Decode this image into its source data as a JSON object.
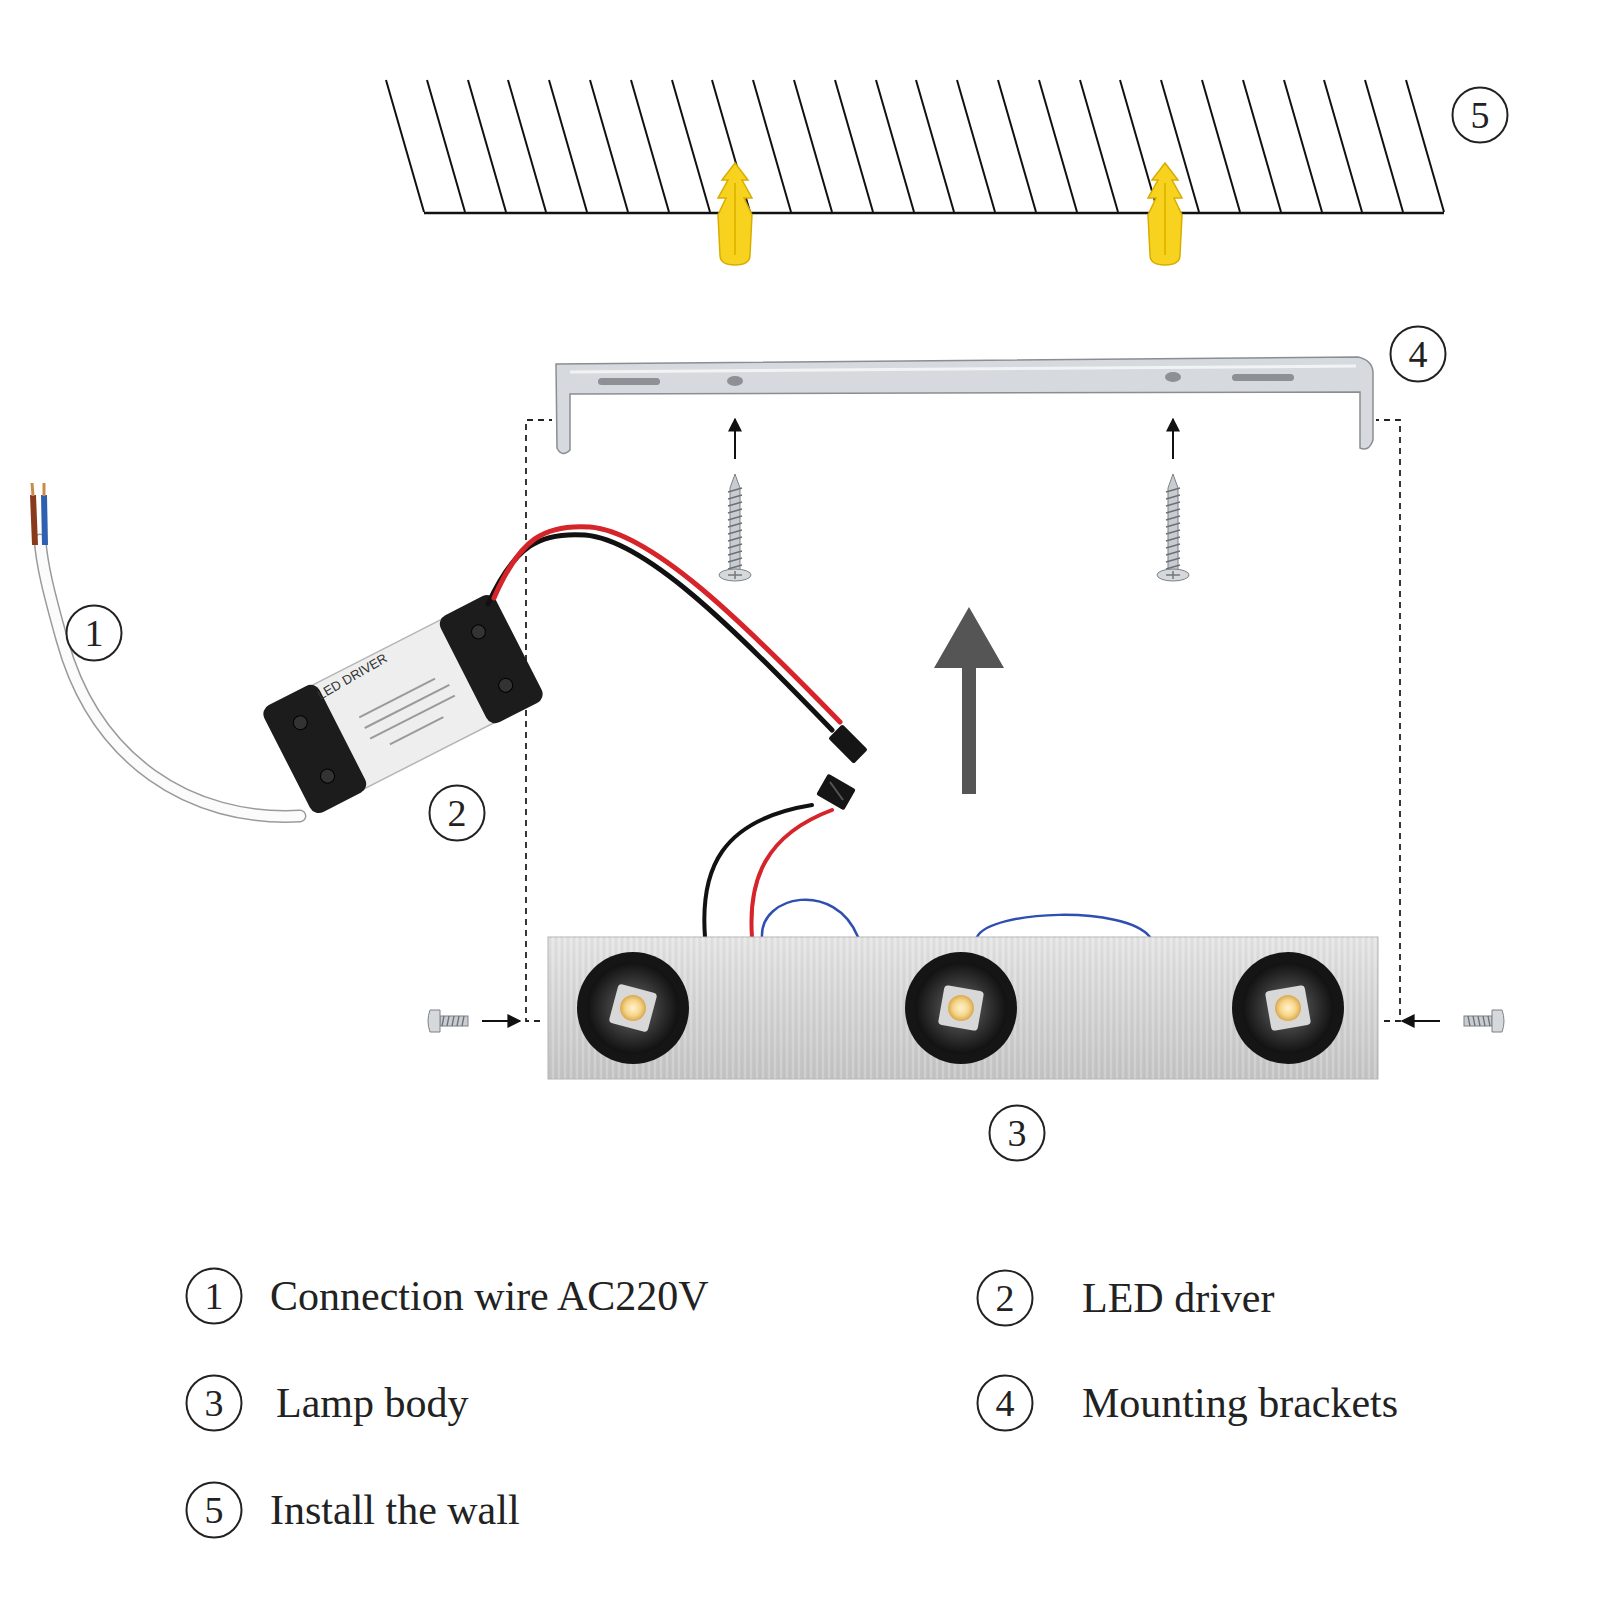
{
  "diagram": {
    "nodes": [
      {
        "text": [
          "5"
        ]
      },
      {
        "text": [
          "4"
        ]
      },
      {
        "text": [
          "1"
        ]
      },
      {
        "text": [
          "2"
        ]
      },
      {
        "text": [
          "3"
        ]
      },
      {
        "text": [
          "1"
        ]
      },
      {
        "text": [
          "2"
        ]
      },
      {
        "text": [
          "3"
        ]
      },
      {
        "text": [
          "4"
        ]
      },
      {
        "text": [
          "5"
        ]
      }
    ],
    "labels": [
      "LED DRIVER",
      "Connection wire AC220V",
      "LED driver",
      "Lamp body",
      "Mounting brackets",
      "Install the wall"
    ]
  }
}
